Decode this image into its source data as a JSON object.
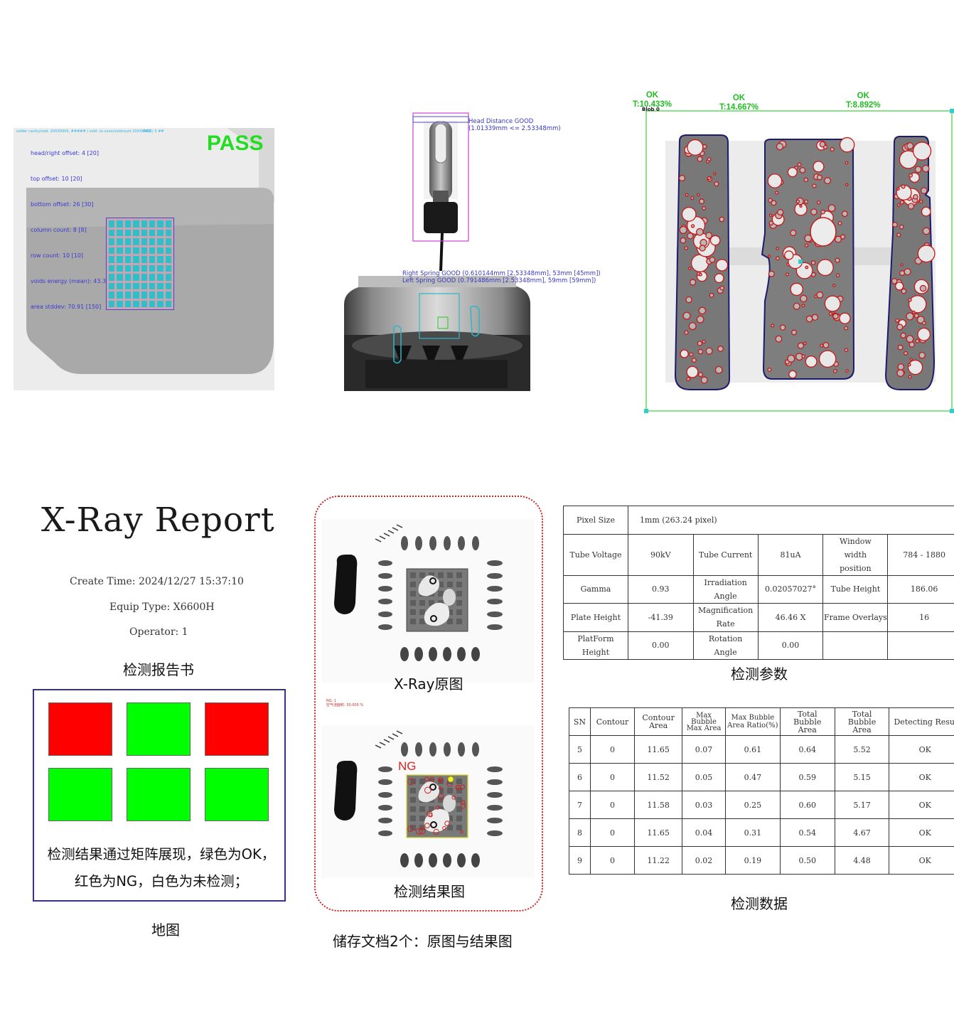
{
  "panel1": {
    "status": "PASS",
    "header_line": "solder cavity/void: 20XX0000, ##### | void: xx.xxxx/voidcount 20XX0000 | 5 ##",
    "header_right": "PASS",
    "lines": [
      "head/right offset: 4 [20]",
      "top offset: 10 [20]",
      "bottom offset: 26 [30]",
      "column count: 8 [8]",
      "row count: 10 [10]",
      "voids energy (mean): 43.36 [40]",
      "area stddev: 70.91 [150]"
    ]
  },
  "panel2": {
    "head_distance_1": "Head Distance GOOD",
    "head_distance_2": "(1.01339mm <= 2.53348mm)",
    "right_spring": "Right Spring GOOD (0.610144mm [2.53348mm], 53mm [45mm])",
    "left_spring": "Left Spring GOOD (0.791486mm [2.53348mm], 59mm [59mm])"
  },
  "panel3": {
    "blob_label": "Blob 0",
    "results": [
      {
        "status": "OK",
        "value": "T:10.433%"
      },
      {
        "status": "OK",
        "value": "T:14.667%"
      },
      {
        "status": "OK",
        "value": "T:8.892%"
      }
    ]
  },
  "report": {
    "title": "X-Ray Report",
    "create_time": "Create Time: 2024/12/27 15:37:10",
    "equip_type": "Equip Type: X6600H",
    "operator": "Operator: 1",
    "book_label": "检测报告书",
    "map_description": "检测结果通过矩阵展现，绿色为OK，红色为NG，白色为未检测；",
    "map_label": "地图",
    "map_cells": [
      {
        "result": "NG",
        "color": "#ff0000"
      },
      {
        "result": "OK",
        "color": "#00ff00"
      },
      {
        "result": "NG",
        "color": "#ff0000"
      },
      {
        "result": "OK",
        "color": "#00ff00"
      },
      {
        "result": "OK",
        "color": "#00ff00"
      },
      {
        "result": "OK",
        "color": "#00ff00"
      }
    ]
  },
  "images": {
    "original_label": "X-Ray原图",
    "result_label": "检测结果图",
    "ng_label": "NG",
    "mini_text_1": "NG: 1",
    "mini_text_2": "空气泡面积: 30.000 %",
    "storage_label": "储存文档2个：原图与结果图"
  },
  "params_table": {
    "label": "检测参数",
    "rows": [
      [
        "Pixel Size",
        "1mm (263.24 pixel)"
      ],
      [
        "Tube Voltage",
        "90kV",
        "Tube Current",
        "81uA",
        "Window width position",
        "784 - 1880"
      ],
      [
        "Gamma",
        "0.93",
        "Irradiation Angle",
        "0.02057027°",
        "Tube Height",
        "186.06"
      ],
      [
        "Plate Height",
        "-41.39",
        "Magnification Rate",
        "46.46 X",
        "Frame Overlays",
        "16"
      ],
      [
        "PlatForm Height",
        "0.00",
        "Rotation Angle",
        "0.00",
        "",
        ""
      ]
    ]
  },
  "data_table": {
    "label": "检测数据",
    "headers": [
      "SN",
      "Contour",
      "Contour Area",
      "Max Bubble Max Area",
      "Max Bubble Area Ratio(%)",
      "Total Bubble Area",
      "Total Bubble Area",
      "Detecting Result"
    ],
    "rows": [
      [
        "5",
        "0",
        "11.65",
        "0.07",
        "0.61",
        "0.64",
        "5.52",
        "OK"
      ],
      [
        "6",
        "0",
        "11.52",
        "0.05",
        "0.47",
        "0.59",
        "5.15",
        "OK"
      ],
      [
        "7",
        "0",
        "11.58",
        "0.03",
        "0.25",
        "0.60",
        "5.17",
        "OK"
      ],
      [
        "8",
        "0",
        "11.65",
        "0.04",
        "0.31",
        "0.54",
        "4.67",
        "OK"
      ],
      [
        "9",
        "0",
        "11.22",
        "0.02",
        "0.19",
        "0.50",
        "4.48",
        "OK"
      ]
    ]
  }
}
